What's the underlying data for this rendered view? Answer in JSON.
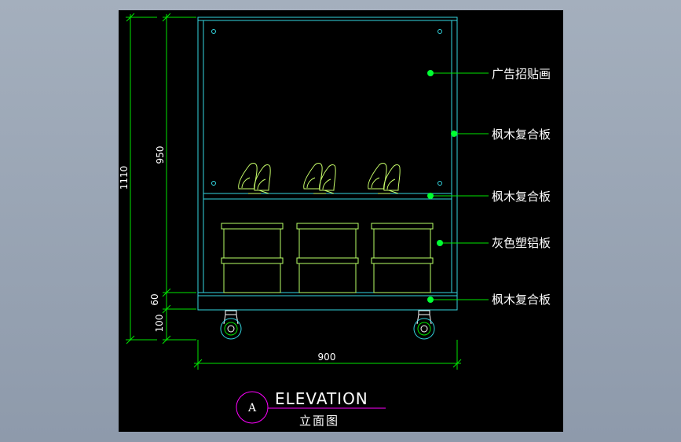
{
  "colors": {
    "background_outer": "#98a4b4",
    "drawing_background": "#000000",
    "cabinet_line": "#33d6e0",
    "shoe_line": "#c8ff6a",
    "box_line": "#b8ff66",
    "dimension_line": "#00e600",
    "leader_dot": "#00ff33",
    "text": "#ffffff",
    "title_circle": "#ff00ff",
    "title_underline": "#ff00ff"
  },
  "dimensions": {
    "overall_height": "1110",
    "upper_height": "950",
    "base_height": "60",
    "caster_height": "100",
    "overall_width": "900"
  },
  "callouts": [
    {
      "label": "广告招贴画"
    },
    {
      "label": "枫木复合板"
    },
    {
      "label": "枫木复合板"
    },
    {
      "label": "灰色塑铝板"
    },
    {
      "label": "枫木复合板"
    }
  ],
  "title_block": {
    "marker": "A",
    "title": "ELEVATION",
    "subtitle": "立面图"
  }
}
